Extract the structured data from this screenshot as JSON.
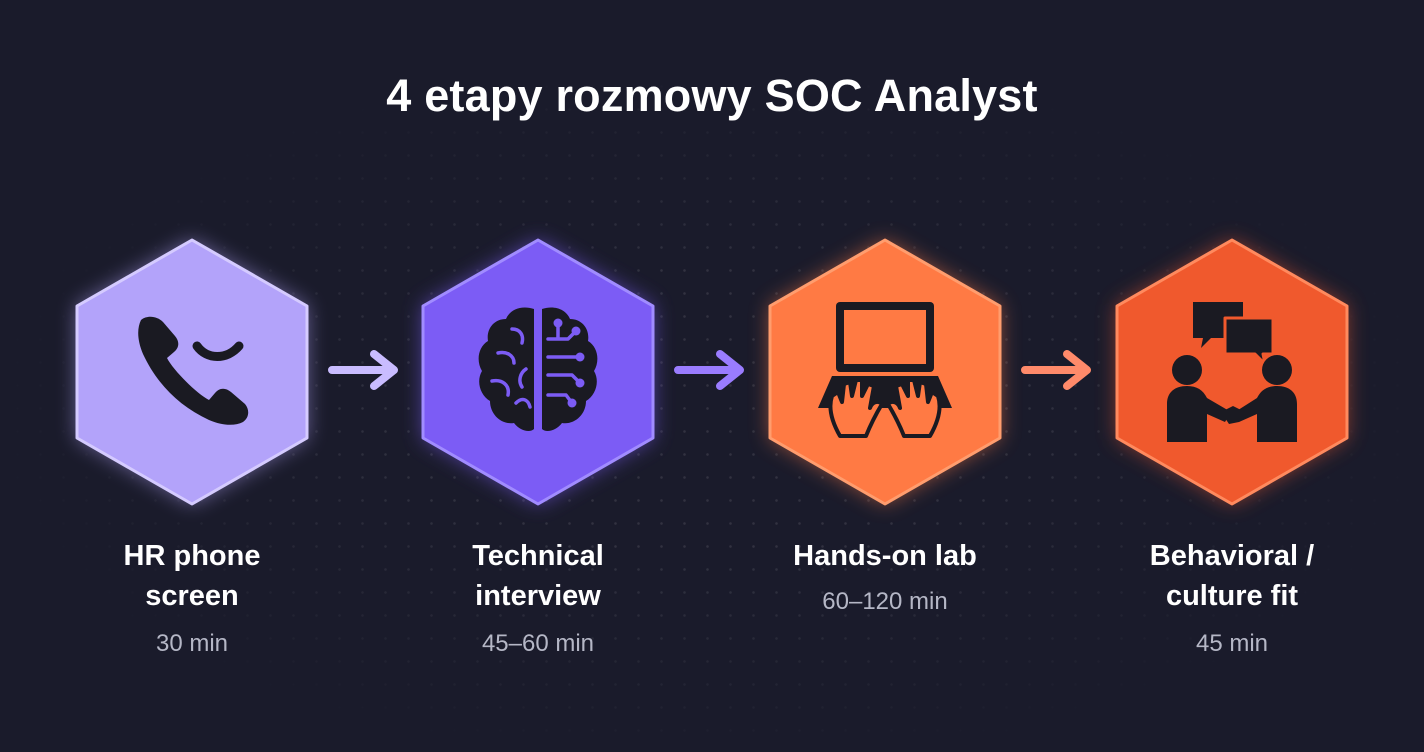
{
  "title": "4 etapy rozmowy SOC Analyst",
  "colors": {
    "background": "#1a1b2b",
    "stage1": "#b3a3fa",
    "stage2": "#7c5cf5",
    "stage3": "#ff7a44",
    "stage4": "#f0592d",
    "icon": "#1a1a22"
  },
  "stages": [
    {
      "name_line1": "HR phone",
      "name_line2": "screen",
      "duration": "30 min",
      "icon": "phone-icon"
    },
    {
      "name_line1": "Technical",
      "name_line2": "interview",
      "duration": "45–60 min",
      "icon": "brain-circuit-icon"
    },
    {
      "name_line1": "Hands-on lab",
      "name_line2": "",
      "duration": "60–120 min",
      "icon": "laptop-hands-icon"
    },
    {
      "name_line1": "Behavioral /",
      "name_line2": "culture fit",
      "duration": "45 min",
      "icon": "handshake-chat-icon"
    }
  ]
}
